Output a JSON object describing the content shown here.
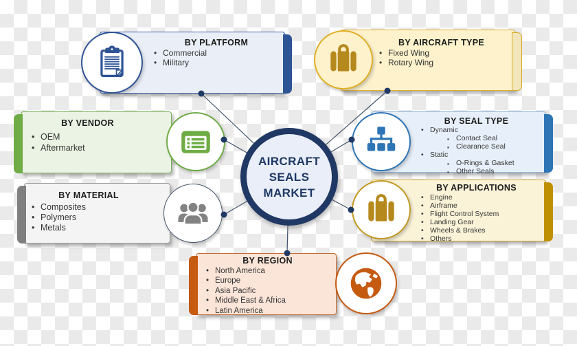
{
  "diagram": {
    "center": {
      "line1": "AIRCRAFT",
      "line2": "SEALS",
      "line3": "MARKET"
    },
    "segments": [
      {
        "id": "platform",
        "title": "BY PLATFORM",
        "icon": "clipboard-icon",
        "items": [
          {
            "label": "Commercial",
            "level": 0
          },
          {
            "label": "Military",
            "level": 0
          }
        ]
      },
      {
        "id": "aircraft-type",
        "title": "BY AIRCRAFT TYPE",
        "icon": "briefcase-icon",
        "items": [
          {
            "label": "Fixed Wing",
            "level": 0
          },
          {
            "label": "Rotary Wing",
            "level": 0
          }
        ]
      },
      {
        "id": "vendor",
        "title": "BY VENDOR",
        "icon": "list-icon",
        "items": [
          {
            "label": "OEM",
            "level": 0
          },
          {
            "label": "Aftermarket",
            "level": 0
          }
        ]
      },
      {
        "id": "seal-type",
        "title": "BY SEAL TYPE",
        "icon": "hierarchy-icon",
        "items": [
          {
            "label": "Dynamic",
            "level": 0
          },
          {
            "label": "Contact Seal",
            "level": 1
          },
          {
            "label": "Clearance Seal",
            "level": 1
          },
          {
            "label": "Static",
            "level": 0
          },
          {
            "label": "O-Rings & Gasket",
            "level": 1
          },
          {
            "label": "Other Seals",
            "level": 1
          }
        ]
      },
      {
        "id": "material",
        "title": "BY MATERIAL",
        "icon": "people-icon",
        "items": [
          {
            "label": "Composites",
            "level": 0
          },
          {
            "label": "Polymers",
            "level": 0
          },
          {
            "label": "Metals",
            "level": 0
          }
        ]
      },
      {
        "id": "applications",
        "title": "BY APPLICATIONS",
        "icon": "briefcase-icon",
        "items": [
          {
            "label": "Engine",
            "level": 0
          },
          {
            "label": "Airframe",
            "level": 0
          },
          {
            "label": "Flight Control System",
            "level": 0
          },
          {
            "label": "Landing Gear",
            "level": 0
          },
          {
            "label": "Wheels & Brakes",
            "level": 0
          },
          {
            "label": "Others",
            "level": 0
          }
        ]
      },
      {
        "id": "region",
        "title": "BY REGION",
        "icon": "globe-icon",
        "items": [
          {
            "label": "North America",
            "level": 0
          },
          {
            "label": "Europe",
            "level": 0
          },
          {
            "label": "Asia Pacific",
            "level": 0
          },
          {
            "label": "Middle East & Africa",
            "level": 0
          },
          {
            "label": "Latin America",
            "level": 0
          }
        ]
      }
    ],
    "colors": {
      "navy": "#1F3864",
      "platform_blue": "#2F5496",
      "seal_blue": "#2E75B6",
      "vendor_green": "#6FAC46",
      "gold_bar": "#BF9000",
      "gold_icon": "#B6891C",
      "region_orange": "#C55A11",
      "material_gray": "#7F7F7F",
      "connector": "#44546A"
    }
  }
}
